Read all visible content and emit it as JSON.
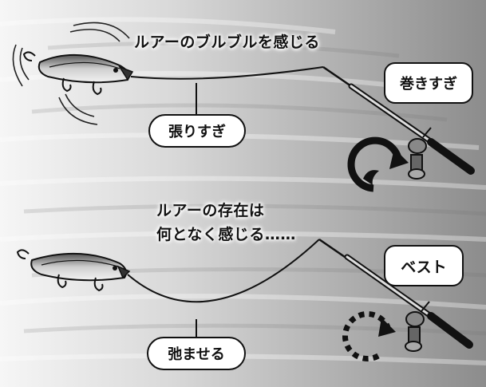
{
  "top_scene": {
    "caption": "ルアーのブルブルを感じる",
    "line_state_label": "張りすぎ",
    "reel_label": "巻きすぎ"
  },
  "bottom_scene": {
    "caption_line1": "ルアーの存在は",
    "caption_line2": "何となく感じる……",
    "line_state_label": "弛ませる",
    "reel_label": "ベスト"
  },
  "icons": {
    "top_rotation": "solid-rotation-arrow-icon",
    "bottom_rotation": "dashed-rotation-arrow-icon"
  },
  "colors": {
    "ink": "#111111",
    "water_light": "#f4f4f4",
    "water_dark": "#8e8e8e"
  }
}
